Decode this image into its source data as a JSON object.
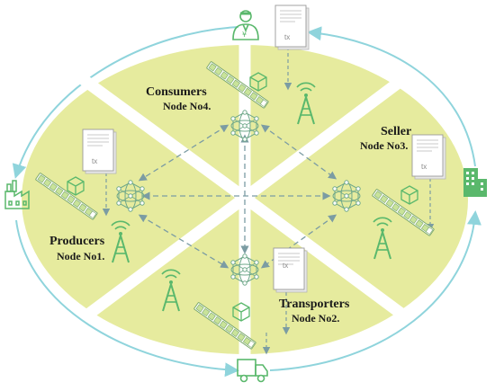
{
  "nodes": {
    "consumers": {
      "name": "Consumers",
      "node": "Node No4."
    },
    "seller": {
      "name": "Seller",
      "node": "Node No3."
    },
    "producers": {
      "name": "Producers",
      "node": "Node No1."
    },
    "transporters": {
      "name": "Transporters",
      "node": "Node No2."
    }
  },
  "doc_label": "tx",
  "colors": {
    "ellipse_fill": "#e6eb9e",
    "outer_ring": "#8fd4dc",
    "icon_green": "#5ab86c",
    "dash_arrow": "#7b9ca3",
    "hub_stroke": "#6fa88a"
  },
  "icons": {
    "top": "consumer-person-icon",
    "right": "seller-building-icon",
    "left": "producer-factory-icon",
    "bottom": "delivery-truck-icon",
    "tower": "wireless-tower-icon",
    "cube": "block-cube-icon",
    "chain": "blockchain-chain-icon",
    "hub": "network-node-icon",
    "doc": "transaction-document-icon"
  }
}
